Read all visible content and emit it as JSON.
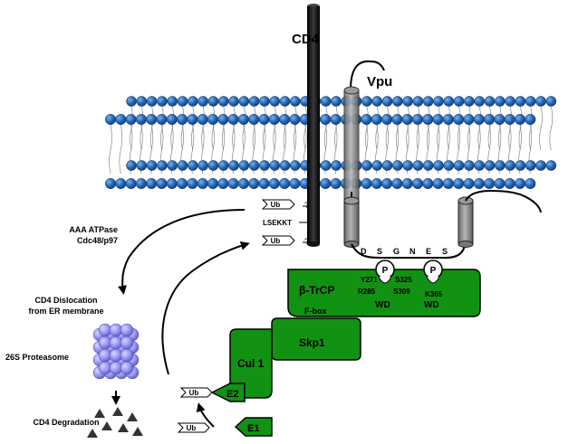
{
  "labels": {
    "cd4": "CD4",
    "vpu": "Vpu",
    "ub": "Ub",
    "question": "?",
    "lsekkt": "LSEKKT",
    "aaa_line1": "AAA ATPase",
    "aaa_line2": "Cdc48/p97",
    "dislocation_line1": "CD4 Dislocation",
    "dislocation_line2": "from ER membrane",
    "proteasome": "26S Proteasome",
    "degradation": "CD4 Degradation",
    "motif": [
      "D",
      "S",
      "G",
      "N",
      "E",
      "S"
    ],
    "phospho": "P",
    "btrcp": "β-TrCP",
    "wd": "WD",
    "fbox": "F-box",
    "skp1": "Skp1",
    "cul1": "Cul 1",
    "e2": "E2",
    "e1": "E1",
    "residues": {
      "y271": "Y271",
      "r285": "R285",
      "s325": "S325",
      "s309": "S309",
      "k365": "K365"
    }
  },
  "colors": {
    "lipid": "#1e62b0",
    "lipid_light": "#6fa3de",
    "green": "#129212",
    "proteasome": "#8f8ff0",
    "cylinder": "#8a8a8a",
    "cd4_bar": "#111111"
  }
}
